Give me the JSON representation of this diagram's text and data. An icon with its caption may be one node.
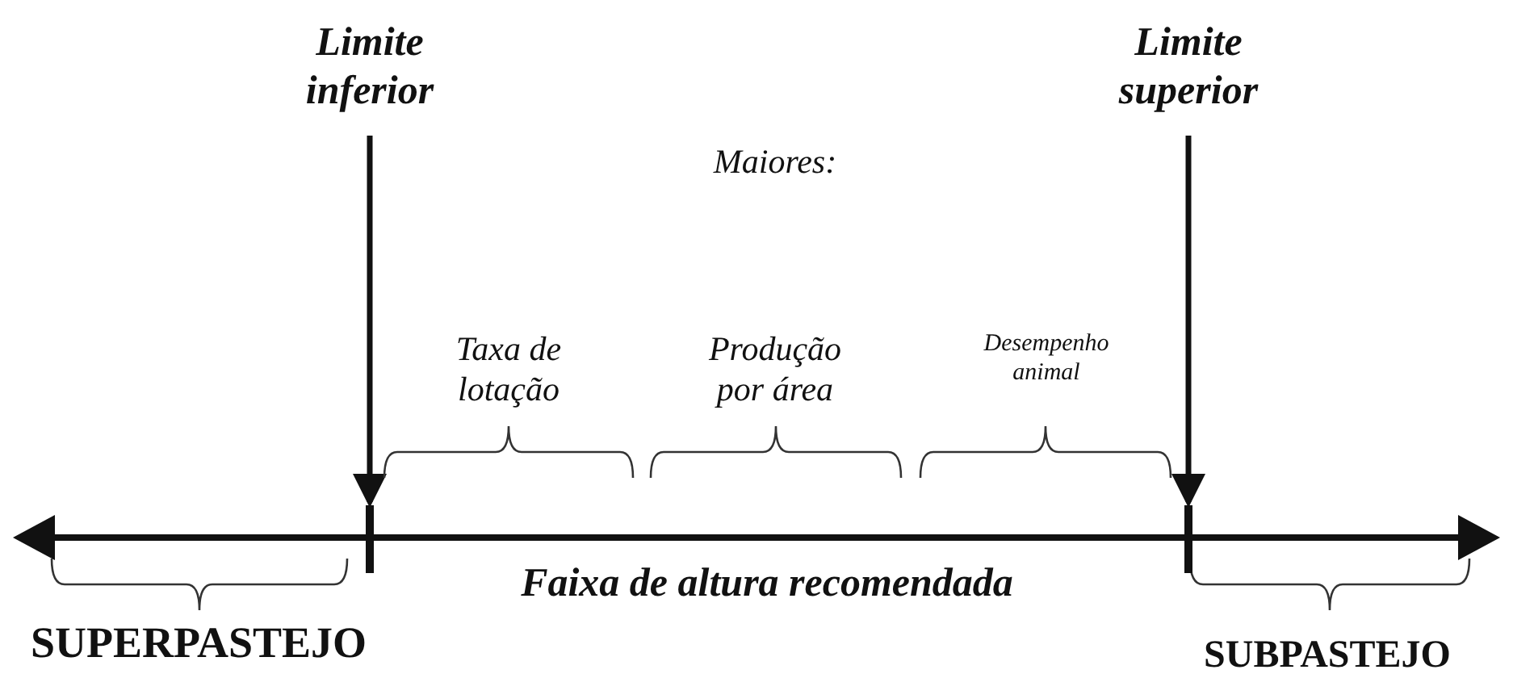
{
  "diagram": {
    "nodes": [
      {
        "text": [
          "Limite inferior"
        ]
      },
      {
        "text": [
          "Limite superior"
        ]
      },
      {
        "text": [],
        "shape": "line"
      }
    ],
    "edges": [
      {
        "from": 0,
        "to": 2,
        "arrow": "to"
      },
      {
        "from": 1,
        "to": 2,
        "arrow": "to"
      }
    ],
    "labels": [
      "Maiores:",
      "Taxa de lotação",
      "Produção por área",
      "Desempenho animal",
      "Faixa de altura recomendada",
      "SUPERPASTEJO",
      "SUBPASTEJO"
    ]
  }
}
